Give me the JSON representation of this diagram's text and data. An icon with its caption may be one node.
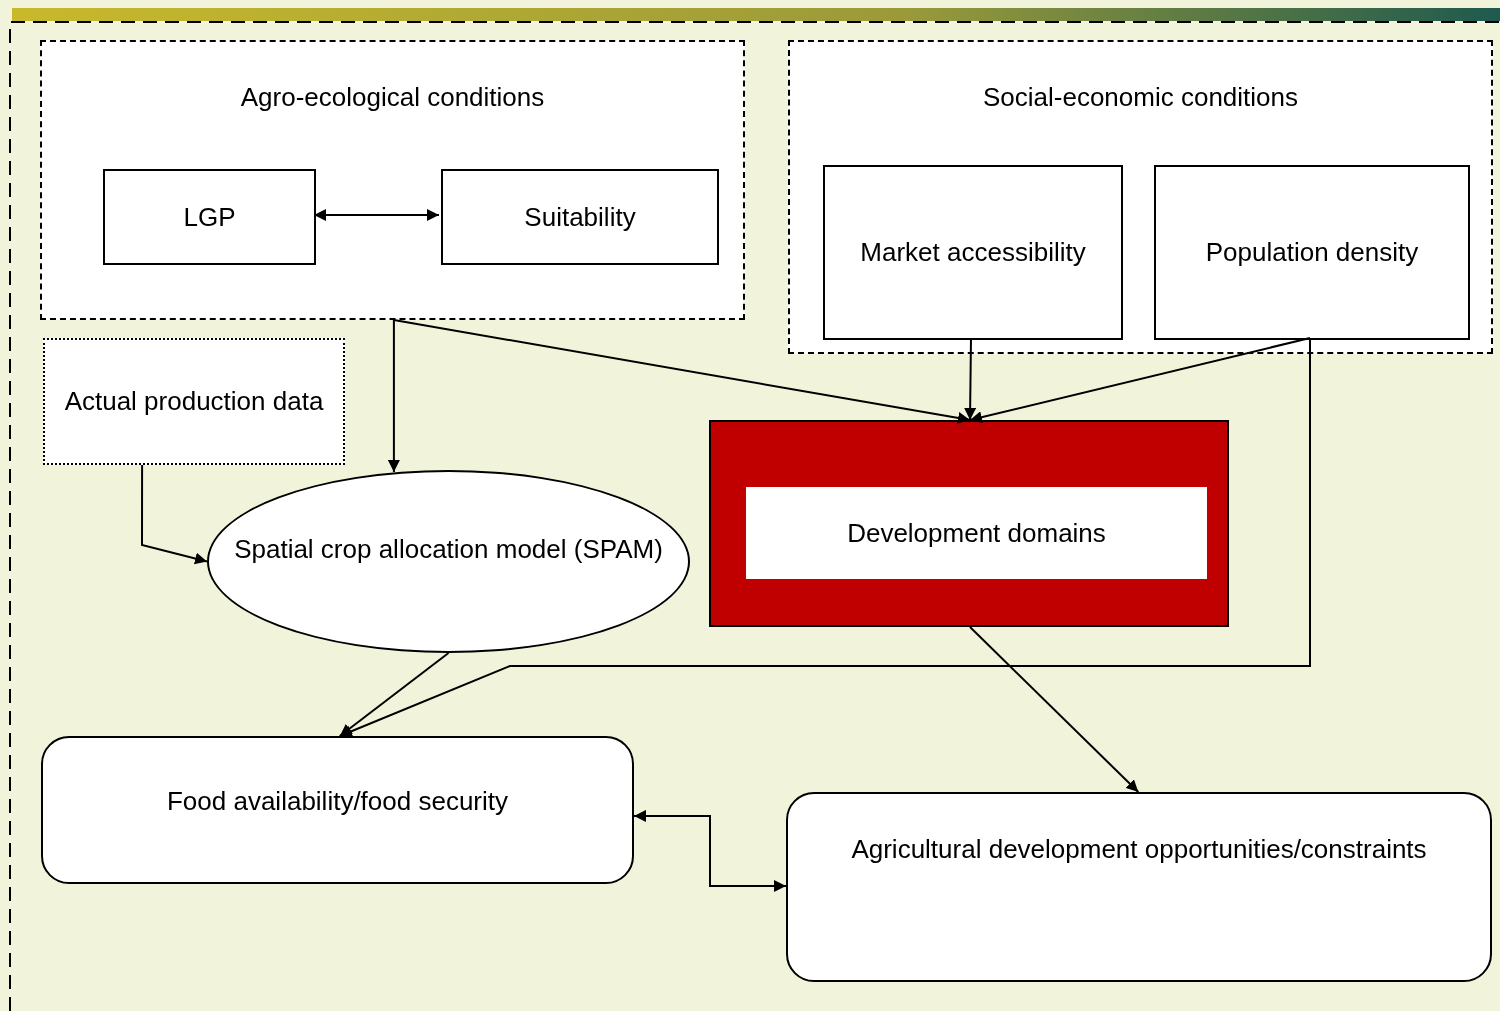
{
  "diagram": {
    "nodes": [
      {
        "text": [
          "Agro-ecological conditions"
        ]
      },
      {
        "text": [
          "LGP"
        ],
        "in": 0
      },
      {
        "text": [
          "Suitability"
        ],
        "in": 0
      },
      {
        "text": [
          "Social-economic conditions"
        ]
      },
      {
        "text": [
          "Market accessibility"
        ],
        "in": 3
      },
      {
        "text": [
          "Population density"
        ],
        "in": 3
      },
      {
        "text": [
          "Actual production data"
        ]
      },
      {
        "text": [
          "Spatial crop allocation model (SPAM)"
        ]
      },
      {
        "text": [
          "Development domains"
        ]
      },
      {
        "text": [
          "Food availability/food security"
        ]
      },
      {
        "text": [
          "Agricultural development opportunities/constraints"
        ]
      }
    ],
    "edges": [
      {
        "from": 1,
        "to": 2,
        "arrow": "both"
      },
      {
        "from": 0,
        "to": 7,
        "arrow": "to"
      },
      {
        "from": 0,
        "to": 8,
        "arrow": "to"
      },
      {
        "from": 4,
        "to": 8,
        "arrow": "to"
      },
      {
        "from": 5,
        "to": 8,
        "arrow": "to"
      },
      {
        "from": 5,
        "to": 9,
        "arrow": "to"
      },
      {
        "from": 6,
        "to": 7,
        "arrow": "to"
      },
      {
        "from": 7,
        "to": 9,
        "arrow": "to"
      },
      {
        "from": 8,
        "to": 10,
        "arrow": "to"
      },
      {
        "from": 9,
        "to": 10,
        "arrow": "both"
      }
    ]
  }
}
